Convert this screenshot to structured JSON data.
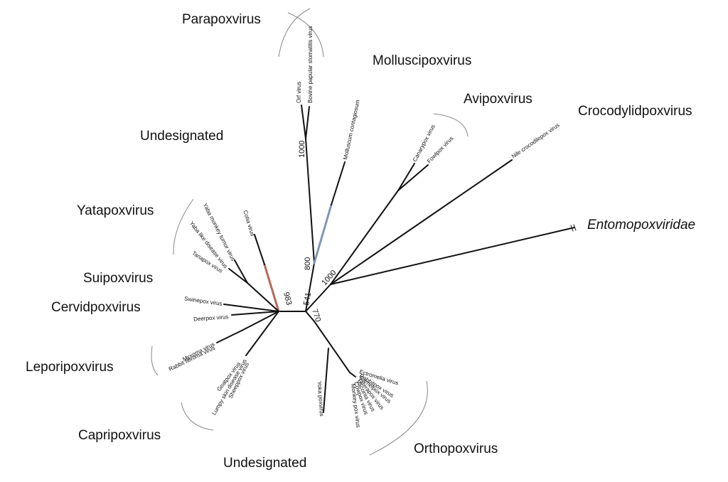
{
  "groups": {
    "parapoxvirus": "Parapoxvirus",
    "molluscipoxvirus": "Molluscipoxvirus",
    "avipoxvirus": "Avipoxvirus",
    "crocodylidpoxvirus": "Crocodylidpoxvirus",
    "undesignated_top": "Undesignated",
    "yatapoxvirus": "Yatapoxvirus",
    "entomopoxviridae": "Entomopoxviridae",
    "suipoxvirus": "Suipoxvirus",
    "cervidpoxvirus": "Cervidpoxvirus",
    "leporipoxvirus": "Leporipoxvirus",
    "capripoxvirus": "Capripoxvirus",
    "undesignated_bottom": "Undesignated",
    "orthopoxvirus": "Orthopoxvirus"
  },
  "taxa": {
    "orf": "Orf virus",
    "bovine_papular": "Bovine papular stomatitis virus",
    "molluscum": "Molluscum contagiosum",
    "canarypox": "Canarypox virus",
    "fowlpox": "Fowlpox virus",
    "nile_croc": "Nile crocodilepox virus",
    "cotia": "Cotia virus",
    "yaba_monkey": "Yaba monkey tumor virus",
    "yaba_like": "Yaba like disease virus",
    "tanapox": "Tanapox virus",
    "swinepox": "Swinepox virus",
    "deerpox": "Deerpox virus",
    "myxoma": "Myxoma virus",
    "rabbit_fibroma": "Rabbit fibroma virus",
    "goatpox": "Goatpox virus",
    "lumpy_skin": "Lumpy skin disease virus",
    "sheeppox": "Sheeppox virus",
    "yoka": "Yoka poxvirus",
    "ectromelia": "Ectromelia virus",
    "rabbitpox": "Rabbitpox virus",
    "camelpox": "Camelpox virus",
    "taterapox": "Taterapox virus",
    "vaccinia": "Vaccinia virus",
    "cowpox": "Cowpox virus",
    "monkeypox": "Monkey pox virus"
  },
  "bootstrap": {
    "b1000_para": "1000",
    "b800": "800",
    "b541": "541",
    "b983": "983",
    "b1000_avi": "1000",
    "b770": "770"
  },
  "colors": {
    "molluscum_branch": "#7f95b8",
    "cotia_branch": "#b5695a"
  }
}
